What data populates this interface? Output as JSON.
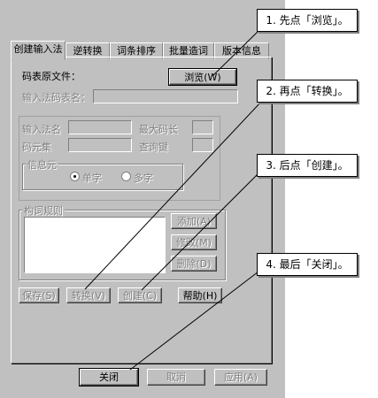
{
  "tabs": [
    {
      "label": "创建输入法"
    },
    {
      "label": "逆转换"
    },
    {
      "label": "词条排序"
    },
    {
      "label": "批量造词"
    },
    {
      "label": "版本信息"
    }
  ],
  "create": {
    "code_file_label": "码表原文件：",
    "browse_button": "浏览(W)",
    "ime_file_label": "输入法码表名：",
    "ime_name_label": "输入法名",
    "max_code_label": "最大码长",
    "code_elements_label": "码元集",
    "wildcard_label": "查询键",
    "info_group": "信息元",
    "single_option": "单字",
    "multi_option": "多字",
    "rules_group": "构词规则",
    "add_button": "添加(A)",
    "modify_button": "修改(M)",
    "delete_button": "删除(D)",
    "save_button": "保存(S)",
    "convert_button": "转换(V)",
    "build_button": "创建(C)",
    "help_button": "帮助(H)"
  },
  "footer": {
    "close_button": "关闭",
    "cancel_button": "取消",
    "apply_button": "应用(A)"
  },
  "callouts": [
    {
      "text": "1. 先点「浏览」。"
    },
    {
      "text": "2. 再点「转换」。"
    },
    {
      "text": "3. 后点「创建」。"
    },
    {
      "text": "4. 最后「关闭」。"
    }
  ]
}
